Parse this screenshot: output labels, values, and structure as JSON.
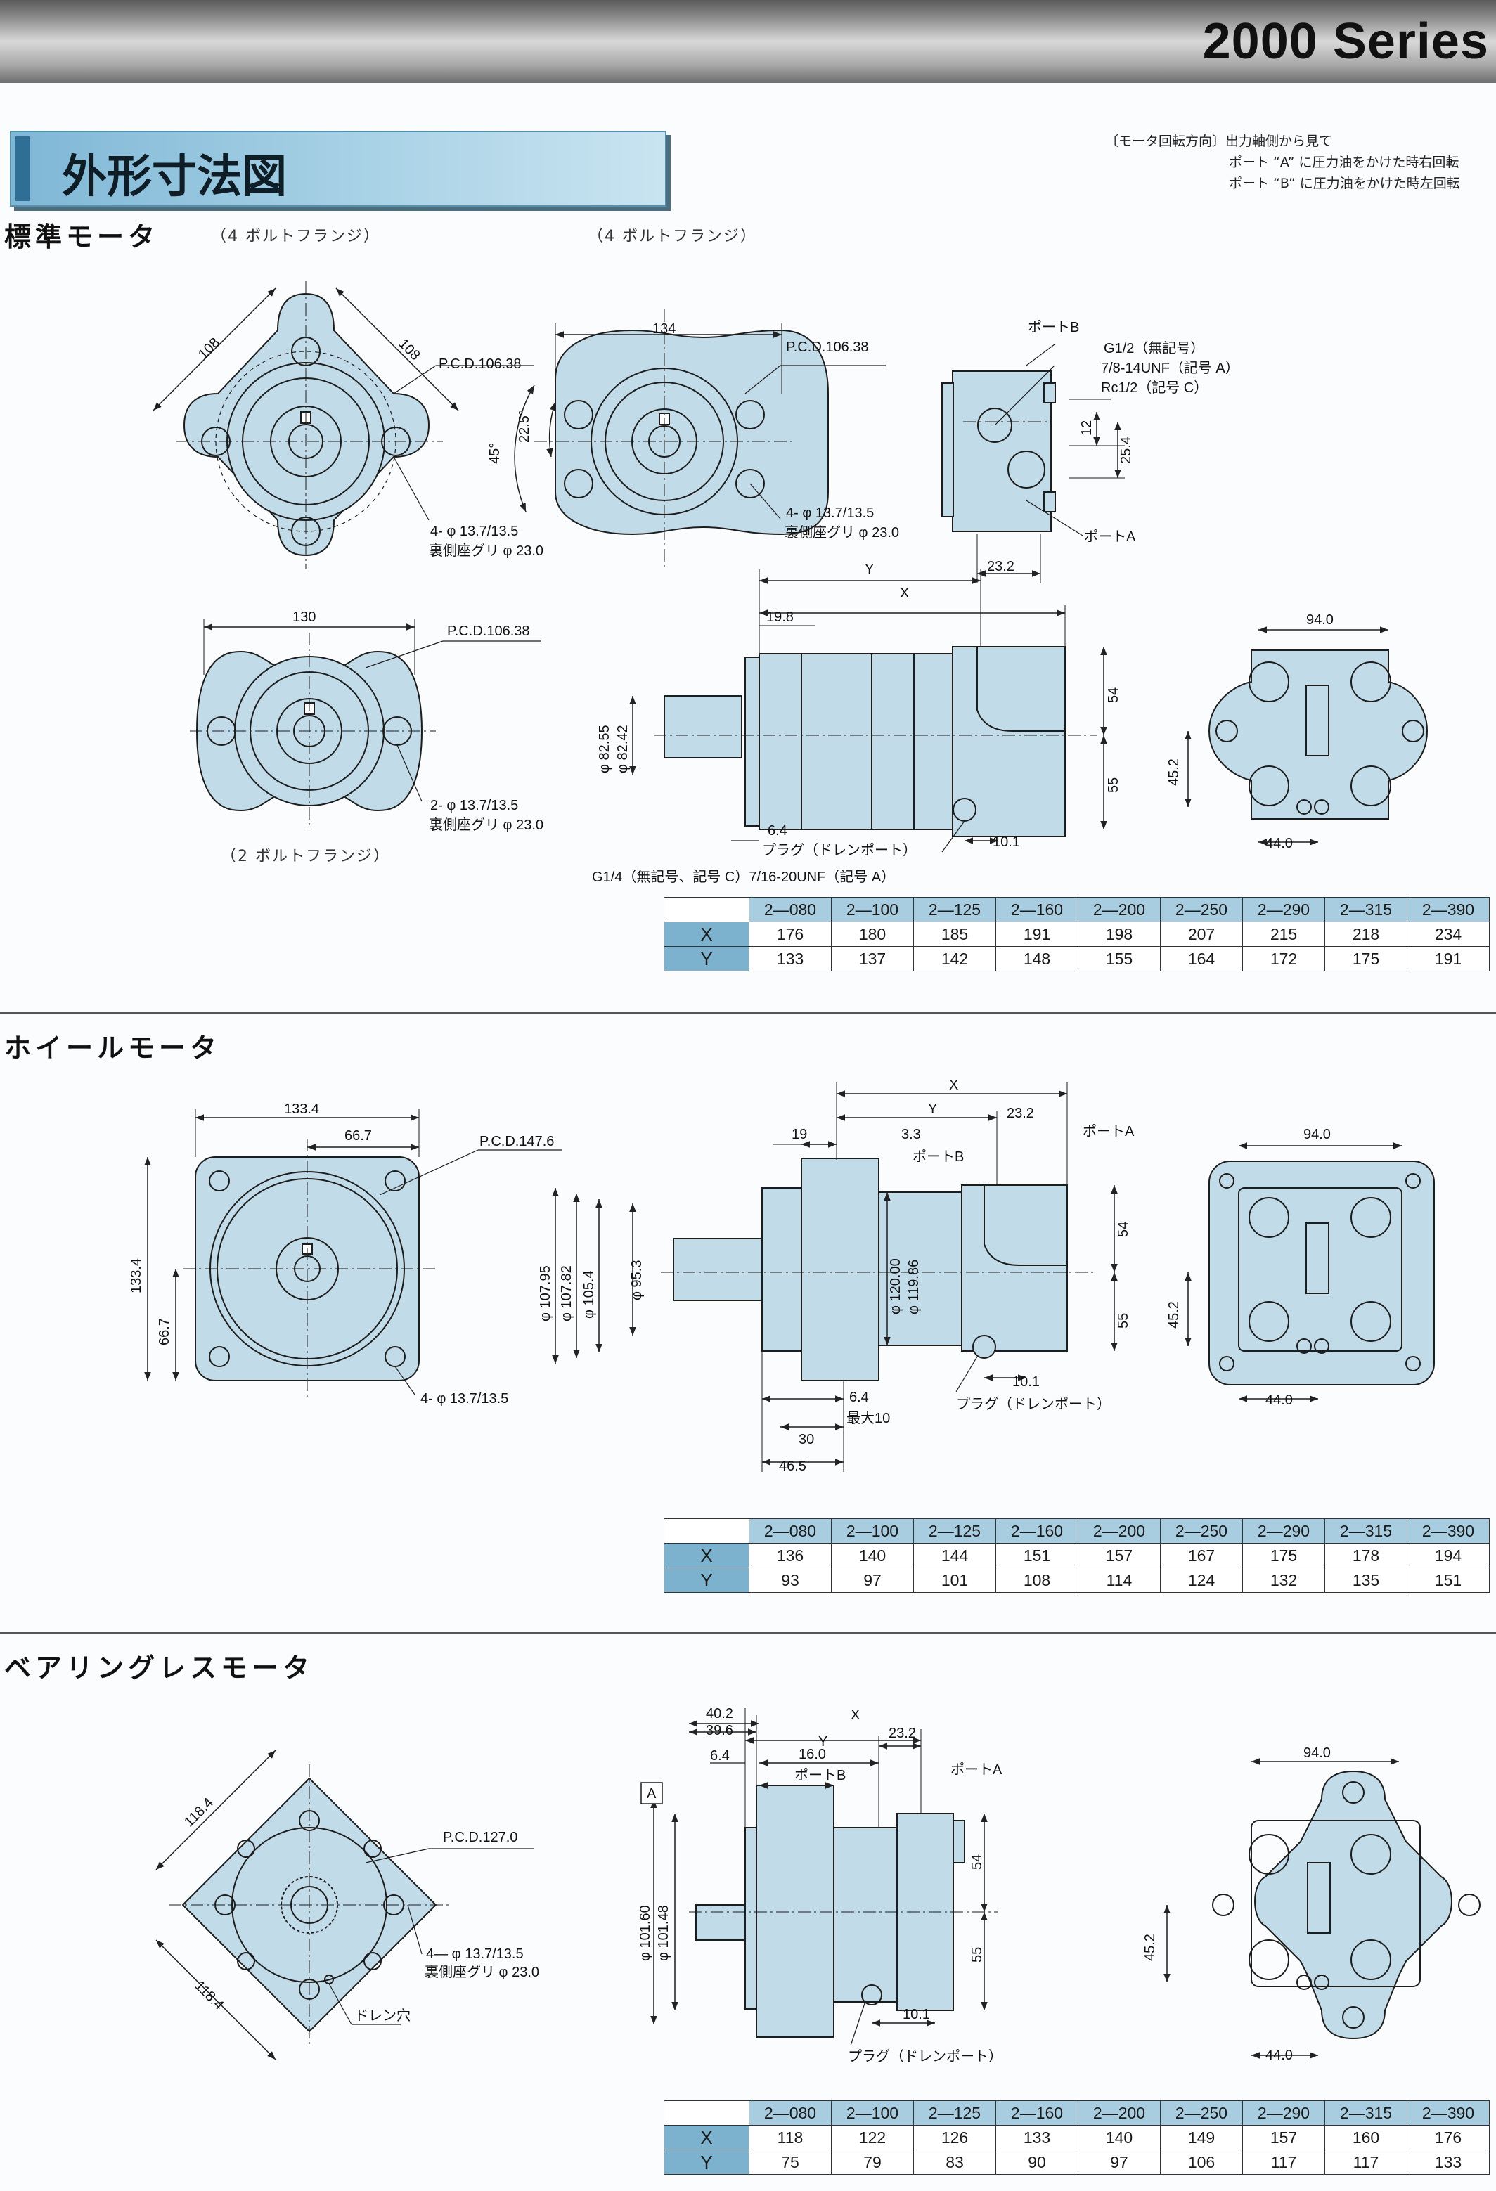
{
  "header": {
    "series": "2000 Series"
  },
  "page": {
    "heading": "外形寸法図"
  },
  "rotation_note": [
    "〔モータ回転方向〕出力軸側から見て",
    "ポート “A” に圧力油をかけた時右回転",
    "ポート “B” に圧力油をかけた時左回転"
  ],
  "standard": {
    "title": "標準モータ",
    "flange_label_1": "（4 ボルトフランジ）",
    "flange_label_2": "（4 ボルトフランジ）",
    "flange_label_3": "（2 ボルトフランジ）",
    "labels": {
      "d108a": "108",
      "d108b": "108",
      "pcd1": "P.C.D.106.38",
      "bolt1a": "4- φ 13.7/13.5",
      "bolt1b": "裏側座グリ φ 23.0",
      "d134": "134",
      "pcd2": "P.C.D.106.38",
      "ang22": "22.5°",
      "ang45": "45°",
      "bolt2a": "4- φ 13.7/13.5",
      "bolt2b": "裏側座グリ φ 23.0",
      "portB": "ポートB",
      "thread1": "G1/2（無記号）",
      "thread2": "7/8-14UNF（記号 A）",
      "thread3": "Rc1/2（記号 C）",
      "d12": "12",
      "d25": "25.4",
      "portA": "ポートA",
      "d23": "23.2",
      "d130": "130",
      "pcd3": "P.C.D.106.38",
      "bolt3a": "2- φ 13.7/13.5",
      "bolt3b": "裏側座グリ φ 23.0",
      "Y": "Y",
      "X": "X",
      "d19": "19.8",
      "dia1": "φ 82.55",
      "dia2": "φ 82.42",
      "d54": "54",
      "d55": "55",
      "d6": "6.4",
      "plug": "プラグ（ドレンポート）",
      "d10": "10.1",
      "drain": "G1/4（無記号、記号 C）7/16-20UNF（記号 A）",
      "d94": "94.0",
      "d45": "45.2",
      "d44": "44.0"
    },
    "table": {
      "headers": [
        "2—080",
        "2—100",
        "2—125",
        "2—160",
        "2—200",
        "2—250",
        "2—290",
        "2—315",
        "2—390"
      ],
      "rows": [
        {
          "label": "X",
          "values": [
            "176",
            "180",
            "185",
            "191",
            "198",
            "207",
            "215",
            "218",
            "234"
          ]
        },
        {
          "label": "Y",
          "values": [
            "133",
            "137",
            "142",
            "148",
            "155",
            "164",
            "172",
            "175",
            "191"
          ]
        }
      ]
    }
  },
  "wheel": {
    "title": "ホイールモータ",
    "labels": {
      "d133a": "133.4",
      "d66a": "66.7",
      "pcd": "P.C.D.147.6",
      "d133b": "133.4",
      "d66b": "66.7",
      "bolt": "4- φ 13.7/13.5",
      "X": "X",
      "Y": "Y",
      "d19": "19",
      "d3": "3.3",
      "d23": "23.2",
      "portA": "ポートA",
      "portB": "ポートB",
      "dia1": "φ 107.95",
      "dia2": "φ 107.82",
      "dia3": "φ 105.4",
      "dia4": "φ 95.3",
      "dia5": "φ 120.00",
      "dia6": "φ 119.86",
      "d54": "54",
      "d55": "55",
      "d6": "6.4",
      "max": "最大10",
      "d10": "10.1",
      "plug": "プラグ（ドレンポート）",
      "d30": "30",
      "d46": "46.5",
      "d94": "94.0",
      "d45": "45.2",
      "d44": "44.0"
    },
    "table": {
      "headers": [
        "2—080",
        "2—100",
        "2—125",
        "2—160",
        "2—200",
        "2—250",
        "2—290",
        "2—315",
        "2—390"
      ],
      "rows": [
        {
          "label": "X",
          "values": [
            "136",
            "140",
            "144",
            "151",
            "157",
            "167",
            "175",
            "178",
            "194"
          ]
        },
        {
          "label": "Y",
          "values": [
            "93",
            "97",
            "101",
            "108",
            "114",
            "124",
            "132",
            "135",
            "151"
          ]
        }
      ]
    }
  },
  "bearingless": {
    "title": "ベアリングレスモータ",
    "labels": {
      "d118a": "118.4",
      "d118b": "118.4",
      "pcd": "P.C.D.127.0",
      "bolt1": "4— φ 13.7/13.5",
      "bolt2": "裏側座グリ φ 23.0",
      "drain": "ドレン穴",
      "d40": "40.2",
      "d39": "39.6",
      "X": "X",
      "d6": "6.4",
      "Y": "Y",
      "d23": "23.2",
      "d16": "16.0",
      "portB": "ポートB",
      "portA": "ポートA",
      "A": "A",
      "dia1": "φ 101.60",
      "dia2": "φ 101.48",
      "d54": "54",
      "d55": "55",
      "d10": "10.1",
      "plug": "プラグ（ドレンポート）",
      "d94": "94.0",
      "d45": "45.2",
      "d44": "44.0"
    },
    "table": {
      "headers": [
        "2—080",
        "2—100",
        "2—125",
        "2—160",
        "2—200",
        "2—250",
        "2—290",
        "2—315",
        "2—390"
      ],
      "rows": [
        {
          "label": "X",
          "values": [
            "118",
            "122",
            "126",
            "133",
            "140",
            "149",
            "157",
            "160",
            "176"
          ]
        },
        {
          "label": "Y",
          "values": [
            "75",
            "79",
            "83",
            "90",
            "97",
            "106",
            "117",
            "117",
            "133"
          ]
        }
      ]
    }
  },
  "colors": {
    "body": "#c2dbe8",
    "stroke": "#1d1d1d",
    "header": "#a9cde0",
    "rowhead": "#7db2cf"
  }
}
